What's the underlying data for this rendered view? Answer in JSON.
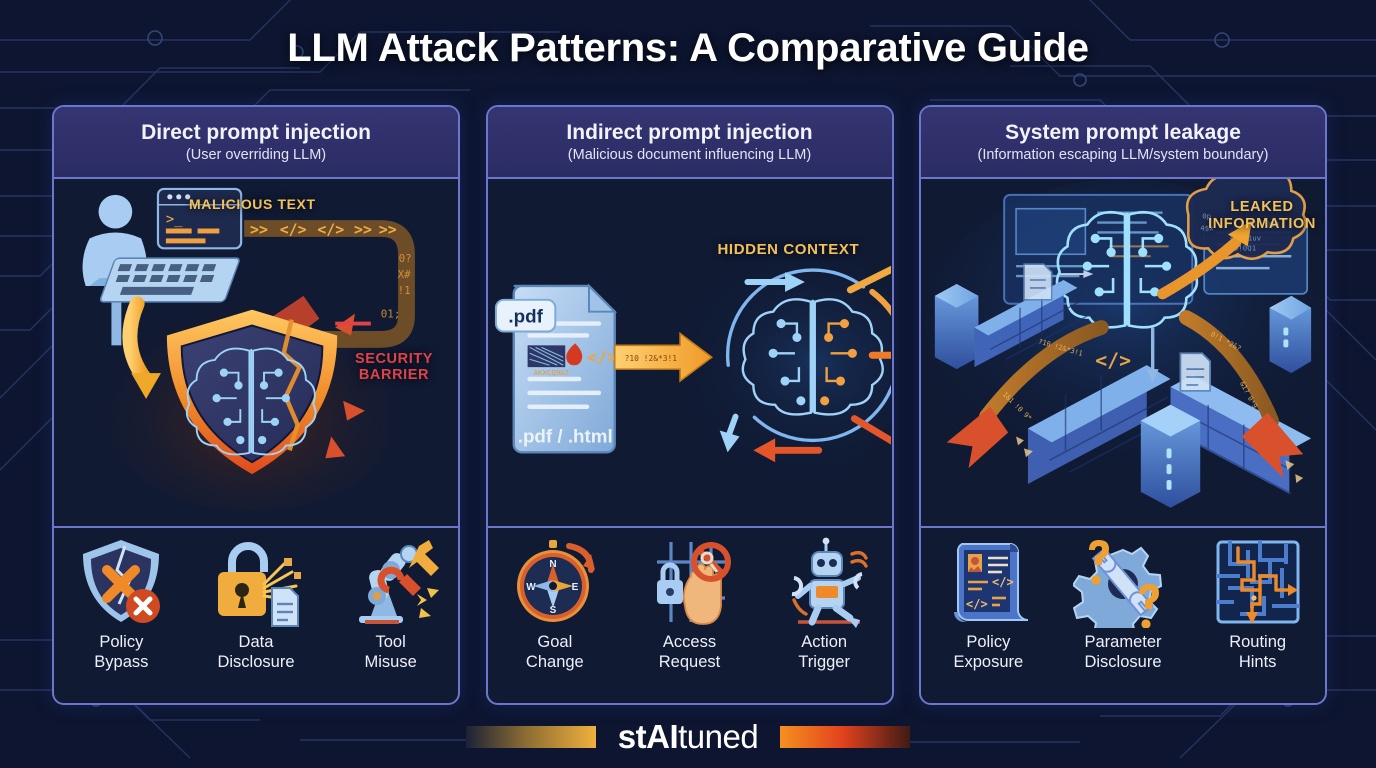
{
  "title": "LLM Attack Patterns: A Comparative Guide",
  "theme": {
    "background": "#0d1530",
    "panel_border": "#6b77cc",
    "panel_header_bg": "#2e2f6b",
    "panel_body_bg": "#101a33",
    "accent_gold": "#f3c05a",
    "accent_orange": "#f08a28",
    "accent_red": "#e0424a",
    "accent_blue": "#7fb6ef"
  },
  "panels": [
    {
      "title": "Direct prompt injection",
      "subtitle": "(User overriding LLM)",
      "art_labels": [
        {
          "text": "MALICIOUS TEXT",
          "color": "gold"
        },
        {
          "text": "SECURITY BARRIER",
          "color": "red"
        }
      ],
      "code_stream": ">>  </>  </>  >>  >>  >>",
      "icons": [
        {
          "name": "cracked-shield-x-icon",
          "label": "Policy\nBypass",
          "line1": "Policy",
          "line2": "Bypass"
        },
        {
          "name": "broken-padlock-document-icon",
          "label": "Data\nDisclosure",
          "line1": "Data",
          "line2": "Disclosure"
        },
        {
          "name": "robot-arm-wrench-icon",
          "label": "Tool\nMisuse",
          "line1": "Tool",
          "line2": "Misuse"
        }
      ]
    },
    {
      "title": "Indirect prompt injection",
      "subtitle": "(Malicious document influencing LLM)",
      "art_labels": [
        {
          "text": "HIDDEN CONTEXT",
          "color": "gold"
        }
      ],
      "doc_badge": ".pdf",
      "doc_types": ".pdf / .html",
      "icons": [
        {
          "name": "compass-redirect-icon",
          "label": "Goal\nChange",
          "line1": "Goal",
          "line2": "Change"
        },
        {
          "name": "lock-hand-prohibited-icon",
          "label": "Access\nRequest",
          "line1": "Access",
          "line2": "Request"
        },
        {
          "name": "walking-robot-icon",
          "label": "Action\nTrigger",
          "line1": "Action",
          "line2": "Trigger"
        }
      ]
    },
    {
      "title": "System prompt leakage",
      "subtitle": "(Information escaping LLM/system boundary)",
      "art_labels": [
        {
          "text": "LEAKED INFORMATION",
          "color": "gold",
          "line1": "LEAKED",
          "line2": "INFORMATION"
        }
      ],
      "icons": [
        {
          "name": "code-scroll-icon",
          "label": "Policy\nExposure",
          "line1": "Policy",
          "line2": "Exposure"
        },
        {
          "name": "gear-wrench-question-icon",
          "label": "Parameter\nDisclosure",
          "line1": "Parameter",
          "line2": "Disclosure"
        },
        {
          "name": "maze-route-icon",
          "label": "Routing\nHints",
          "line1": "Routing",
          "line2": "Hints"
        }
      ]
    }
  ],
  "brand": {
    "bold_part": "stAI",
    "light_part": "tuned"
  }
}
